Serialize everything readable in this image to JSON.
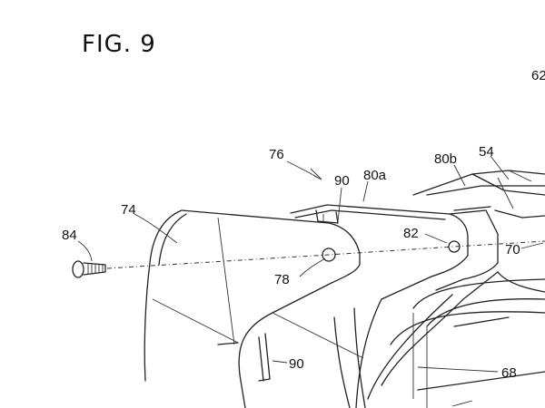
{
  "figure": {
    "title": "FIG. 9"
  },
  "refs": {
    "r62": "62",
    "r76": "76",
    "r90a": "90",
    "r80a": "80a",
    "r80b": "80b",
    "r54": "54",
    "r74": "74",
    "r84": "84",
    "r82": "82",
    "r70": "70",
    "r78": "78",
    "r90b": "90",
    "r68": "68"
  }
}
